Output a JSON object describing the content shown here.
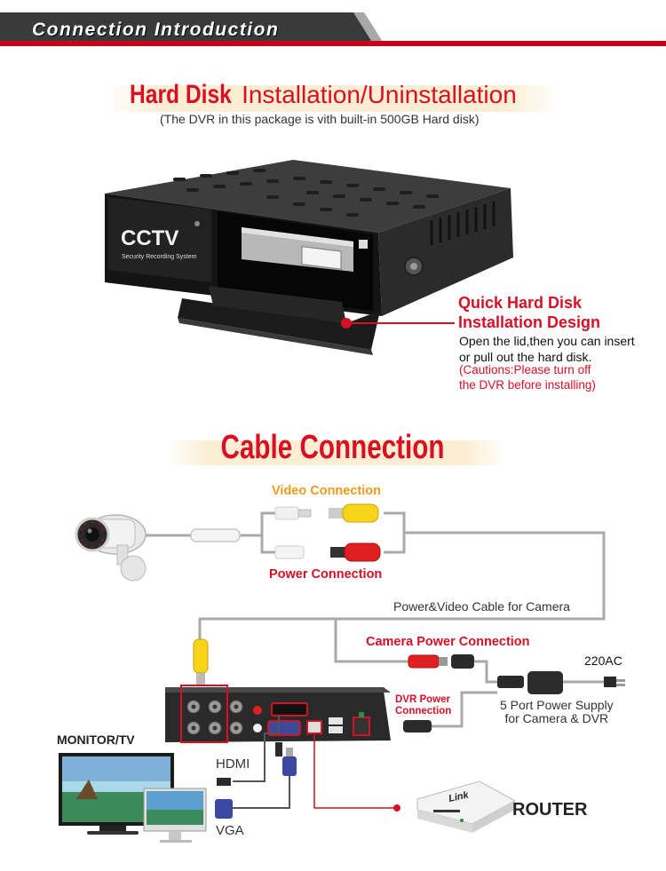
{
  "banner": {
    "title": "Connection Introduction"
  },
  "hard_disk": {
    "title_bold": "Hard Disk",
    "title_rest": "Installation/Uninstallation",
    "subtitle": "(The DVR in this package is vith built-in 500GB Hard disk)",
    "dvr_brand": "CCTV",
    "dvr_tagline": "Security Recording System",
    "callout": {
      "title_line1": "Quick Hard Disk",
      "title_line2": "Installation Design",
      "desc_line1": "Open the lid,then you can insert",
      "desc_line2": "or pull out the hard disk.",
      "caution_line1": "(Cautions:Please turn off",
      "caution_line2": "the DVR before installing)"
    }
  },
  "cable": {
    "title": "Cable Connection",
    "video_connection": "Video Connection",
    "power_connection": "Power Connection",
    "power_video_cable": "Power&Video Cable for Camera",
    "camera_power_connection": "Camera Power Connection",
    "ac_label": "220AC",
    "supply_line1": "5 Port Power Supply",
    "supply_line2": "for Camera & DVR",
    "dvr_power_line1": "DVR Power",
    "dvr_power_line2": "Connection",
    "monitor_label": "MONITOR/TV",
    "hdmi_label": "HDMI",
    "vga_label": "VGA",
    "router_label": "ROUTER",
    "router_brand": "Link"
  },
  "colors": {
    "accent_red": "#d90f24",
    "orange": "#f29a1e",
    "banner_dark": "#3a3a3a",
    "cable_gray": "#a9a9a9"
  }
}
